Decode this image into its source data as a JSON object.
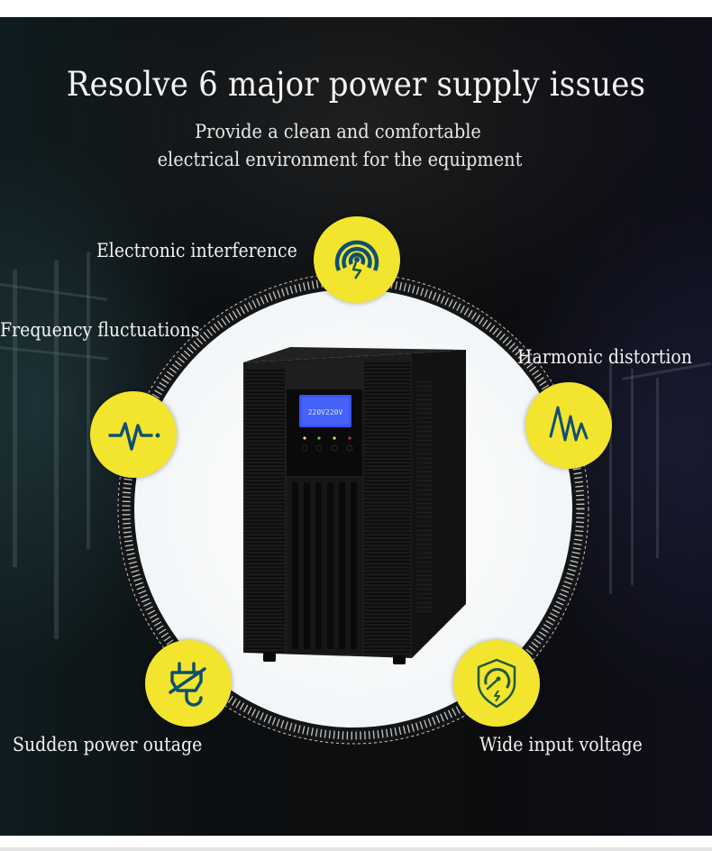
{
  "header": {
    "title": "Resolve 6 major power supply issues",
    "subtitle_line1": "Provide a clean and comfortable",
    "subtitle_line2": "electrical environment for the equipment"
  },
  "issues": [
    {
      "label": "Electronic interference",
      "icon": "signal-bolt-icon"
    },
    {
      "label": "Frequency fluctuations",
      "icon": "pulse-wave-icon"
    },
    {
      "label": "Harmonic distortion",
      "icon": "harmonic-wave-icon"
    },
    {
      "label": "Sudden power outage",
      "icon": "unplugged-icon"
    },
    {
      "label": "Wide input voltage",
      "icon": "shield-gauge-icon"
    }
  ],
  "product": {
    "name": "UPS tower unit",
    "lcd_reading": "220V 220V",
    "indicators": [
      "#e8e070",
      "#3fd04a",
      "#e8e070",
      "#d8332a"
    ]
  },
  "colors": {
    "badge_yellow": "#f3e52e",
    "icon_blue": "#0e4f74",
    "icon_green": "#1f5a3c",
    "background": "#0c0e10",
    "lcd_blue": "#3a55f0"
  }
}
